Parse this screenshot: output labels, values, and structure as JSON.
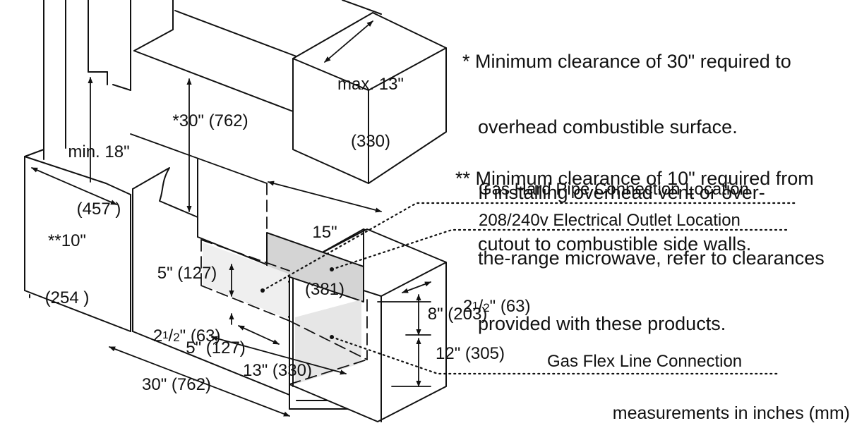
{
  "notes": {
    "note1_lines": [
      "* Minimum clearance of 30\" required to",
      "overhead combustible surface.",
      "If installing overhead vent or over-",
      "the-range microwave, refer to clearances",
      "provided with these products."
    ],
    "note2_lines": [
      "** Minimum clearance of 10\" required from",
      "cutout to combustible side walls."
    ]
  },
  "callouts": {
    "gas_hard_pipe": "Gas Hard Pipe Connection Location",
    "electrical_outlet": "208/240v Electrical Outlet Location",
    "gas_flex_line": "Gas Flex Line Connection"
  },
  "dimensions": {
    "max_13": {
      "line1": "max. 13\"",
      "line2": "(330)"
    },
    "min_18": {
      "line1": "min. 18\"",
      "line2": "(457 )"
    },
    "overhead_30": "*30\" (762)",
    "side_10": {
      "line1": "**10\"",
      "line2": "(254 )"
    },
    "depth_15": {
      "line1": "15\"",
      "line2": "(381)"
    },
    "box_5_vertical": "5\" (127)",
    "offset_2_5_left": {
      "whole": "2",
      "num": "1",
      "den": "2",
      "rest": "\" (63)"
    },
    "box_5_horizontal": "5\" (127)",
    "width_13": "13\" (330)",
    "width_30": "30\" (762)",
    "offset_2_5_right": {
      "whole": "2",
      "num": "1",
      "den": "2",
      "rest": "\" (63)"
    },
    "height_8": "8\" (203)",
    "height_12": "12\" (305)"
  },
  "footer": "measurements in inches (mm)"
}
